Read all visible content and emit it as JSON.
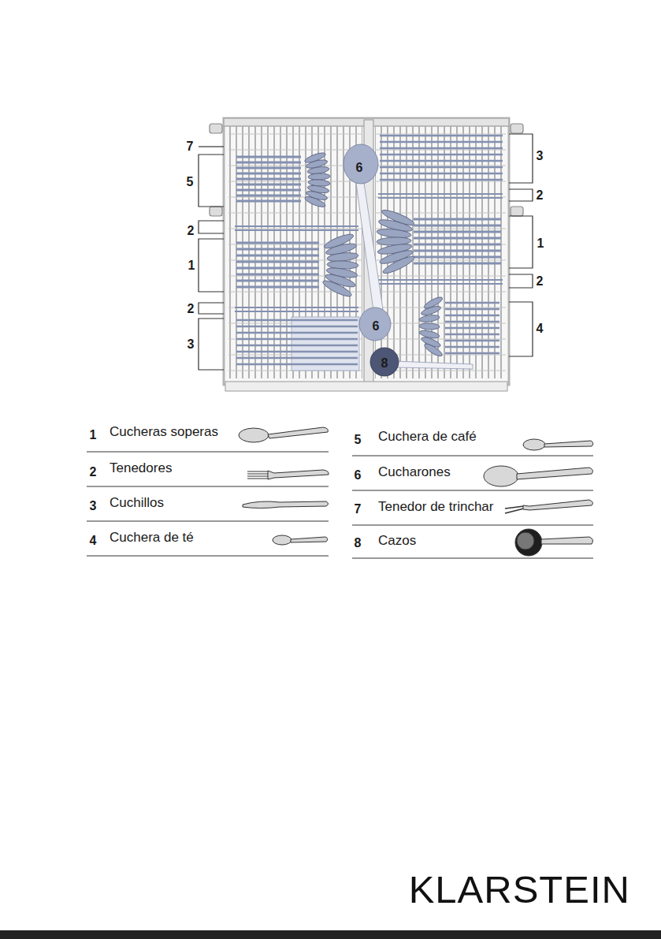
{
  "diagram": {
    "labels": [
      "7",
      "3",
      "6",
      "5",
      "2",
      "2",
      "1",
      "1",
      "2",
      "2",
      "6",
      "4",
      "3",
      "8",
      "1",
      "2",
      "3",
      "4",
      "5",
      "6",
      "7",
      "8",
      "KLARSTEIN"
    ],
    "legend": [
      {
        "text": "Cucheras soperas"
      },
      {
        "text": "Tenedores"
      },
      {
        "text": "Cuchillos"
      },
      {
        "text": "Cuchera de té"
      },
      {
        "text": "Cuchera de café"
      },
      {
        "text": "Cucharones"
      },
      {
        "text": "Tenedor de trinchar"
      },
      {
        "text": "Cazos"
      }
    ]
  }
}
